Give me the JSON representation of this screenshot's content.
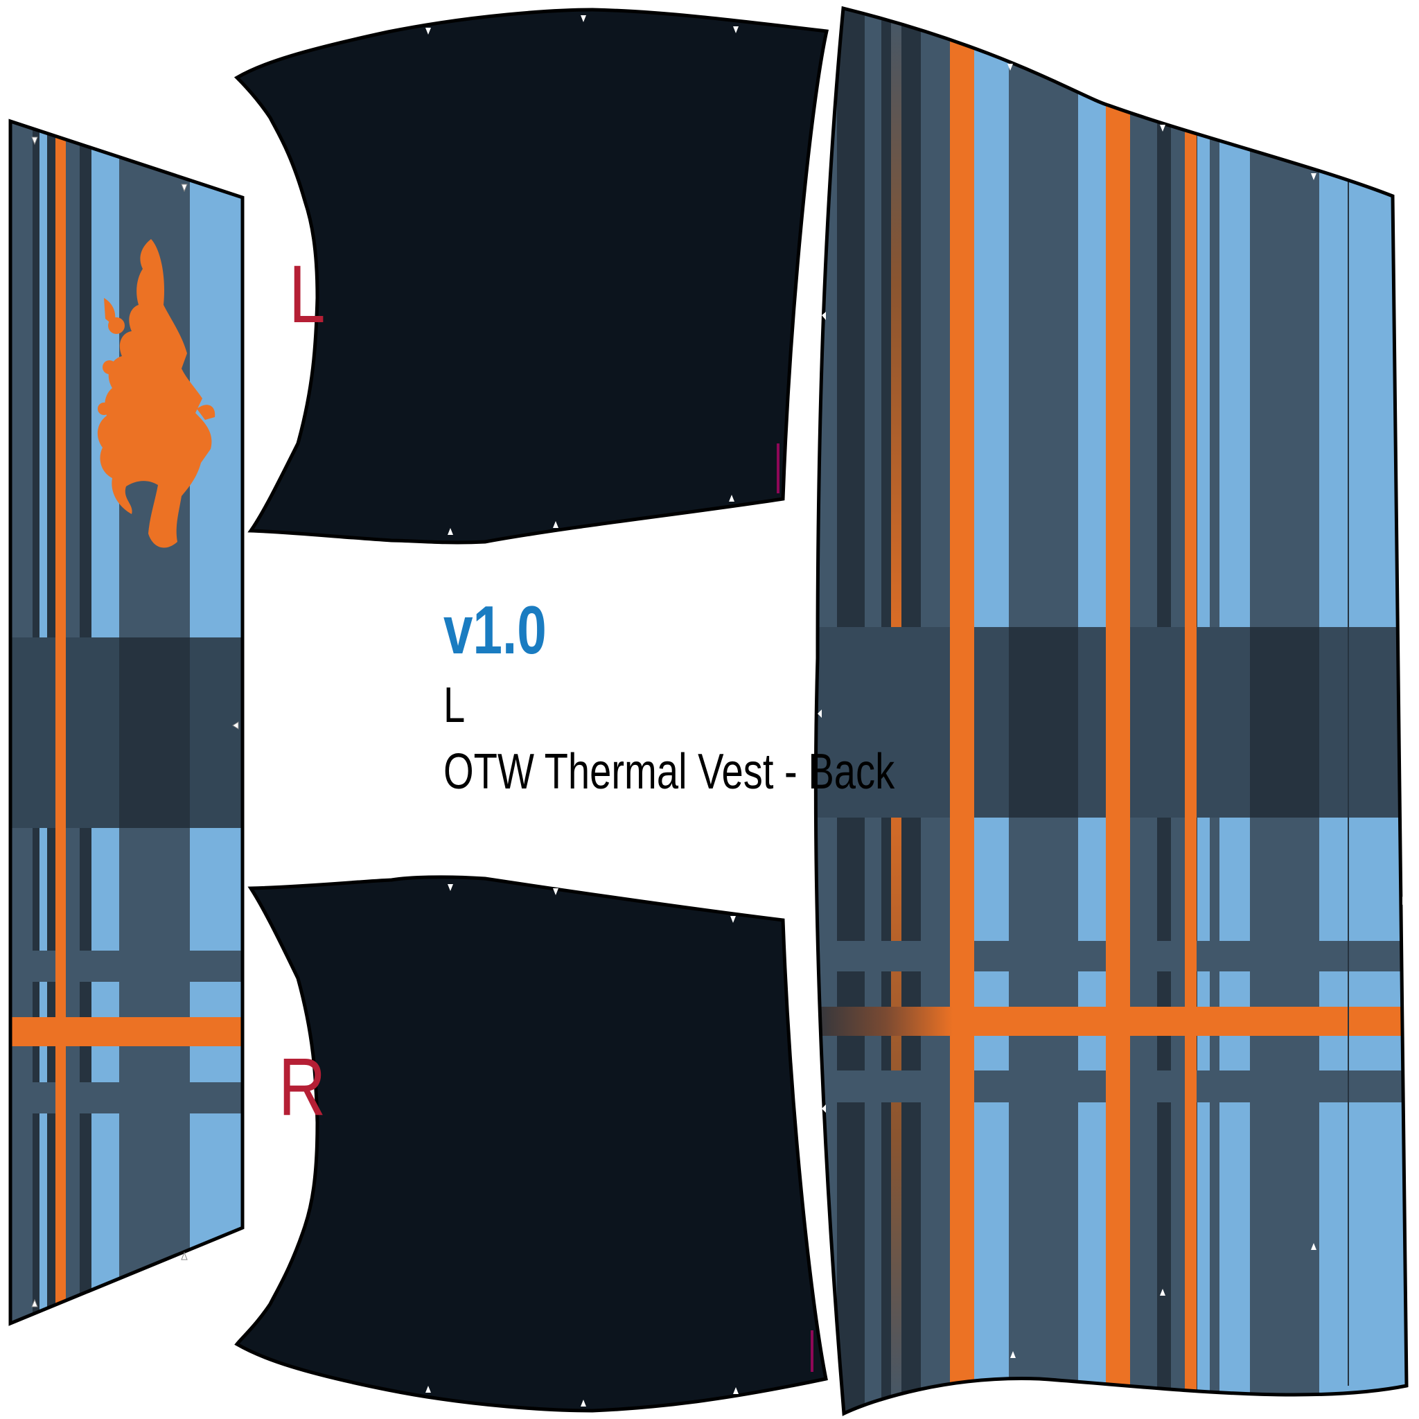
{
  "sheet": {
    "version": "v1.0",
    "size": "L",
    "product": "OTW Thermal Vest - Back"
  },
  "panels": {
    "upper_side_label": "L",
    "lower_side_label": "R"
  },
  "colors": {
    "navy": "#0c141d",
    "light_blue": "#78b1dd",
    "slate": "#41576a",
    "dark_slate": "#26333f",
    "orange": "#ec7224",
    "label_red": "#b51f35",
    "version_blue": "#1a7cc1",
    "notch_mark": "#ffffff",
    "seam_outline": "#000000"
  },
  "icons": {
    "crest": "rampant-lion-icon",
    "notch": "notch-triangle-icon"
  }
}
